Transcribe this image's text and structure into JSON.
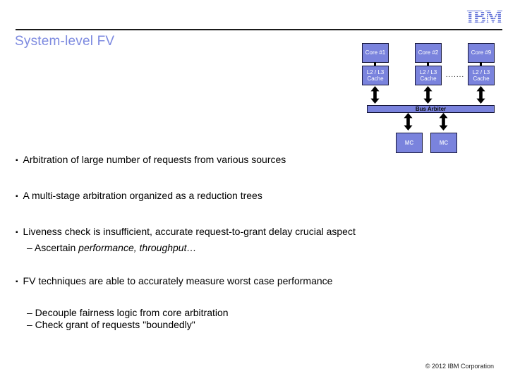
{
  "slide": {
    "bullet_char": "▪",
    "background_color": "#ffffff",
    "accent_color": "#7a83dd"
  },
  "header": {
    "title": "System-level FV",
    "title_color": "#7d8ae0",
    "logo_text": "IBM",
    "logo_color": "#6272d8"
  },
  "diagram": {
    "cores": [
      {
        "label": "Core #1"
      },
      {
        "label": "Core #2"
      },
      {
        "label": "Core #9"
      }
    ],
    "cache_line1": "L2 / L3",
    "cache_line2": "Cache",
    "dots": ".......",
    "bus_label": "Bus Arbiter",
    "mc": [
      {
        "label": "MC"
      },
      {
        "label": "MC"
      }
    ],
    "box_fill": "#7a83dd",
    "box_border": "#16163a"
  },
  "content": {
    "bullets": [
      {
        "level": 1,
        "text": "Arbitration of large number of requests from various sources"
      },
      {
        "level": 1,
        "text": "A multi-stage arbitration organized as a reduction trees"
      },
      {
        "level": 1,
        "text": "Liveness check is insufficient, accurate request-to-grant delay crucial aspect"
      },
      {
        "level": 2,
        "prefix": "– Ascertain ",
        "italic": "performance, throughput…"
      },
      {
        "level": 1,
        "text": "FV techniques are able to accurately measure worst case performance"
      },
      {
        "level": 2,
        "text": "– Decouple fairness logic from core arbitration"
      },
      {
        "level": 2,
        "text": "– Check grant of requests \"boundedly\""
      }
    ]
  },
  "footer": {
    "copyright": "© 2012 IBM Corporation"
  }
}
